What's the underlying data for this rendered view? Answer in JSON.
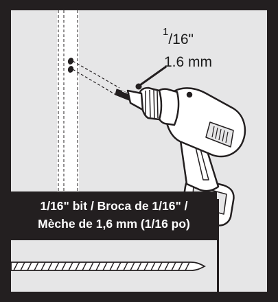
{
  "callout": {
    "size_numerator": "1",
    "size_denominator": "/16\"",
    "size_metric": "1.6 mm"
  },
  "caption": {
    "line1": "1/16\" bit  /  Broca de 1/16\"  /",
    "line2": "Mèche de 1,6 mm (1/16 po)"
  },
  "colors": {
    "outline": "#231f20",
    "wall_fill": "#e6e6e7",
    "stud_fill": "#ffffff",
    "hole_fill": "#231f20"
  },
  "icons": {
    "tool": "cordless-drill-icon",
    "bit": "drill-bit-icon"
  }
}
